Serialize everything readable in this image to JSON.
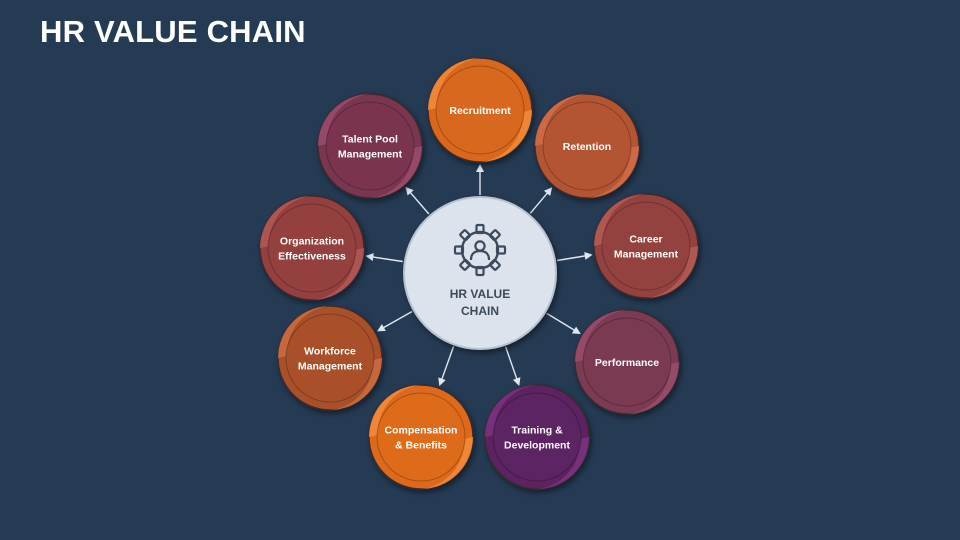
{
  "slide": {
    "title": "HR VALUE CHAIN"
  },
  "center": {
    "label_lines": [
      "HR VALUE",
      "CHAIN"
    ],
    "icon": "gear-person-icon",
    "fill": "#dde3ec",
    "stroke": "#b7c2d1"
  },
  "nodes": [
    {
      "id": "recruitment",
      "lines": [
        "Recruitment"
      ],
      "color": "#d9681f",
      "accent": "#ef8a39"
    },
    {
      "id": "retention",
      "lines": [
        "Retention"
      ],
      "color": "#b35433",
      "accent": "#cf6c47"
    },
    {
      "id": "career-management",
      "lines": [
        "Career",
        "Management"
      ],
      "color": "#94423f",
      "accent": "#b25a54"
    },
    {
      "id": "performance",
      "lines": [
        "Performance"
      ],
      "color": "#7a3a52",
      "accent": "#984c6b"
    },
    {
      "id": "training-development",
      "lines": [
        "Training &",
        "Development"
      ],
      "color": "#5c2462",
      "accent": "#7a3380"
    },
    {
      "id": "compensation-benefits",
      "lines": [
        "Compensation",
        "& Benefits"
      ],
      "color": "#dd6b1a",
      "accent": "#f2893a"
    },
    {
      "id": "workforce-management",
      "lines": [
        "Workforce",
        "Management"
      ],
      "color": "#a9502b",
      "accent": "#c96a40"
    },
    {
      "id": "organization-effectiveness",
      "lines": [
        "Organization",
        "Effectiveness"
      ],
      "color": "#94403f",
      "accent": "#b05855"
    },
    {
      "id": "talent-pool-management",
      "lines": [
        "Talent Pool",
        "Management"
      ],
      "color": "#7a3450",
      "accent": "#9a4a6a"
    }
  ],
  "colors": {
    "background": "#253a53",
    "arrow": "#dfe6ef",
    "node_border": "#3b2a2e"
  }
}
